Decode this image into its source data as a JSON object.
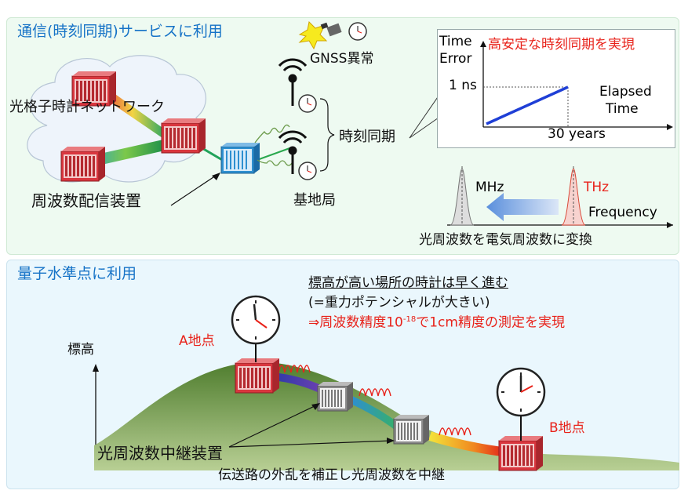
{
  "top": {
    "title": "通信(時刻同期)サービスに利用",
    "network_label": "光格子時計ネットワーク",
    "distribution_label": "周波数配信装置",
    "gnss_label": "GNSS異常",
    "base_station_label": "基地局",
    "sync_label": "時刻同期",
    "graph": {
      "y_title_1": "Time",
      "y_title_2": "Error",
      "headline": "高安定な時刻同期を実現",
      "y_tick": "1 ns",
      "x_title_1": "Elapsed",
      "x_title_2": "Time",
      "x_tick": "30 years"
    },
    "spectrum": {
      "low_label": "MHz",
      "high_label": "THz",
      "axis_label": "Frequency",
      "caption": "光周波数を電気周波数に変換"
    }
  },
  "bottom": {
    "title": "量子水準点に利用",
    "line1": "標高が高い場所の時計は早く進む",
    "line2": "(=重力ポテンシャルが大きい)",
    "line3_prefix": "⇒周波数精度10",
    "line3_exp": "-18",
    "line3_suffix": "で1cm精度の測定を実現",
    "y_axis_label": "標高",
    "point_a": "A地点",
    "point_b": "B地点",
    "repeater_label": "光周波数中継装置",
    "footer": "伝送路の外乱を補正し光周波数を中継"
  },
  "colors": {
    "title_blue": "#1673c7",
    "accent_red": "#e8231b",
    "device_red": "#d9363e",
    "hill_green": "#5c8a3a"
  },
  "chart_data": {
    "type": "line",
    "x": [
      0,
      30
    ],
    "y": [
      0,
      1
    ],
    "xlabel": "Elapsed Time",
    "ylabel": "Time Error",
    "x_ticks": [
      "30 years"
    ],
    "y_ticks": [
      "1 ns"
    ]
  }
}
